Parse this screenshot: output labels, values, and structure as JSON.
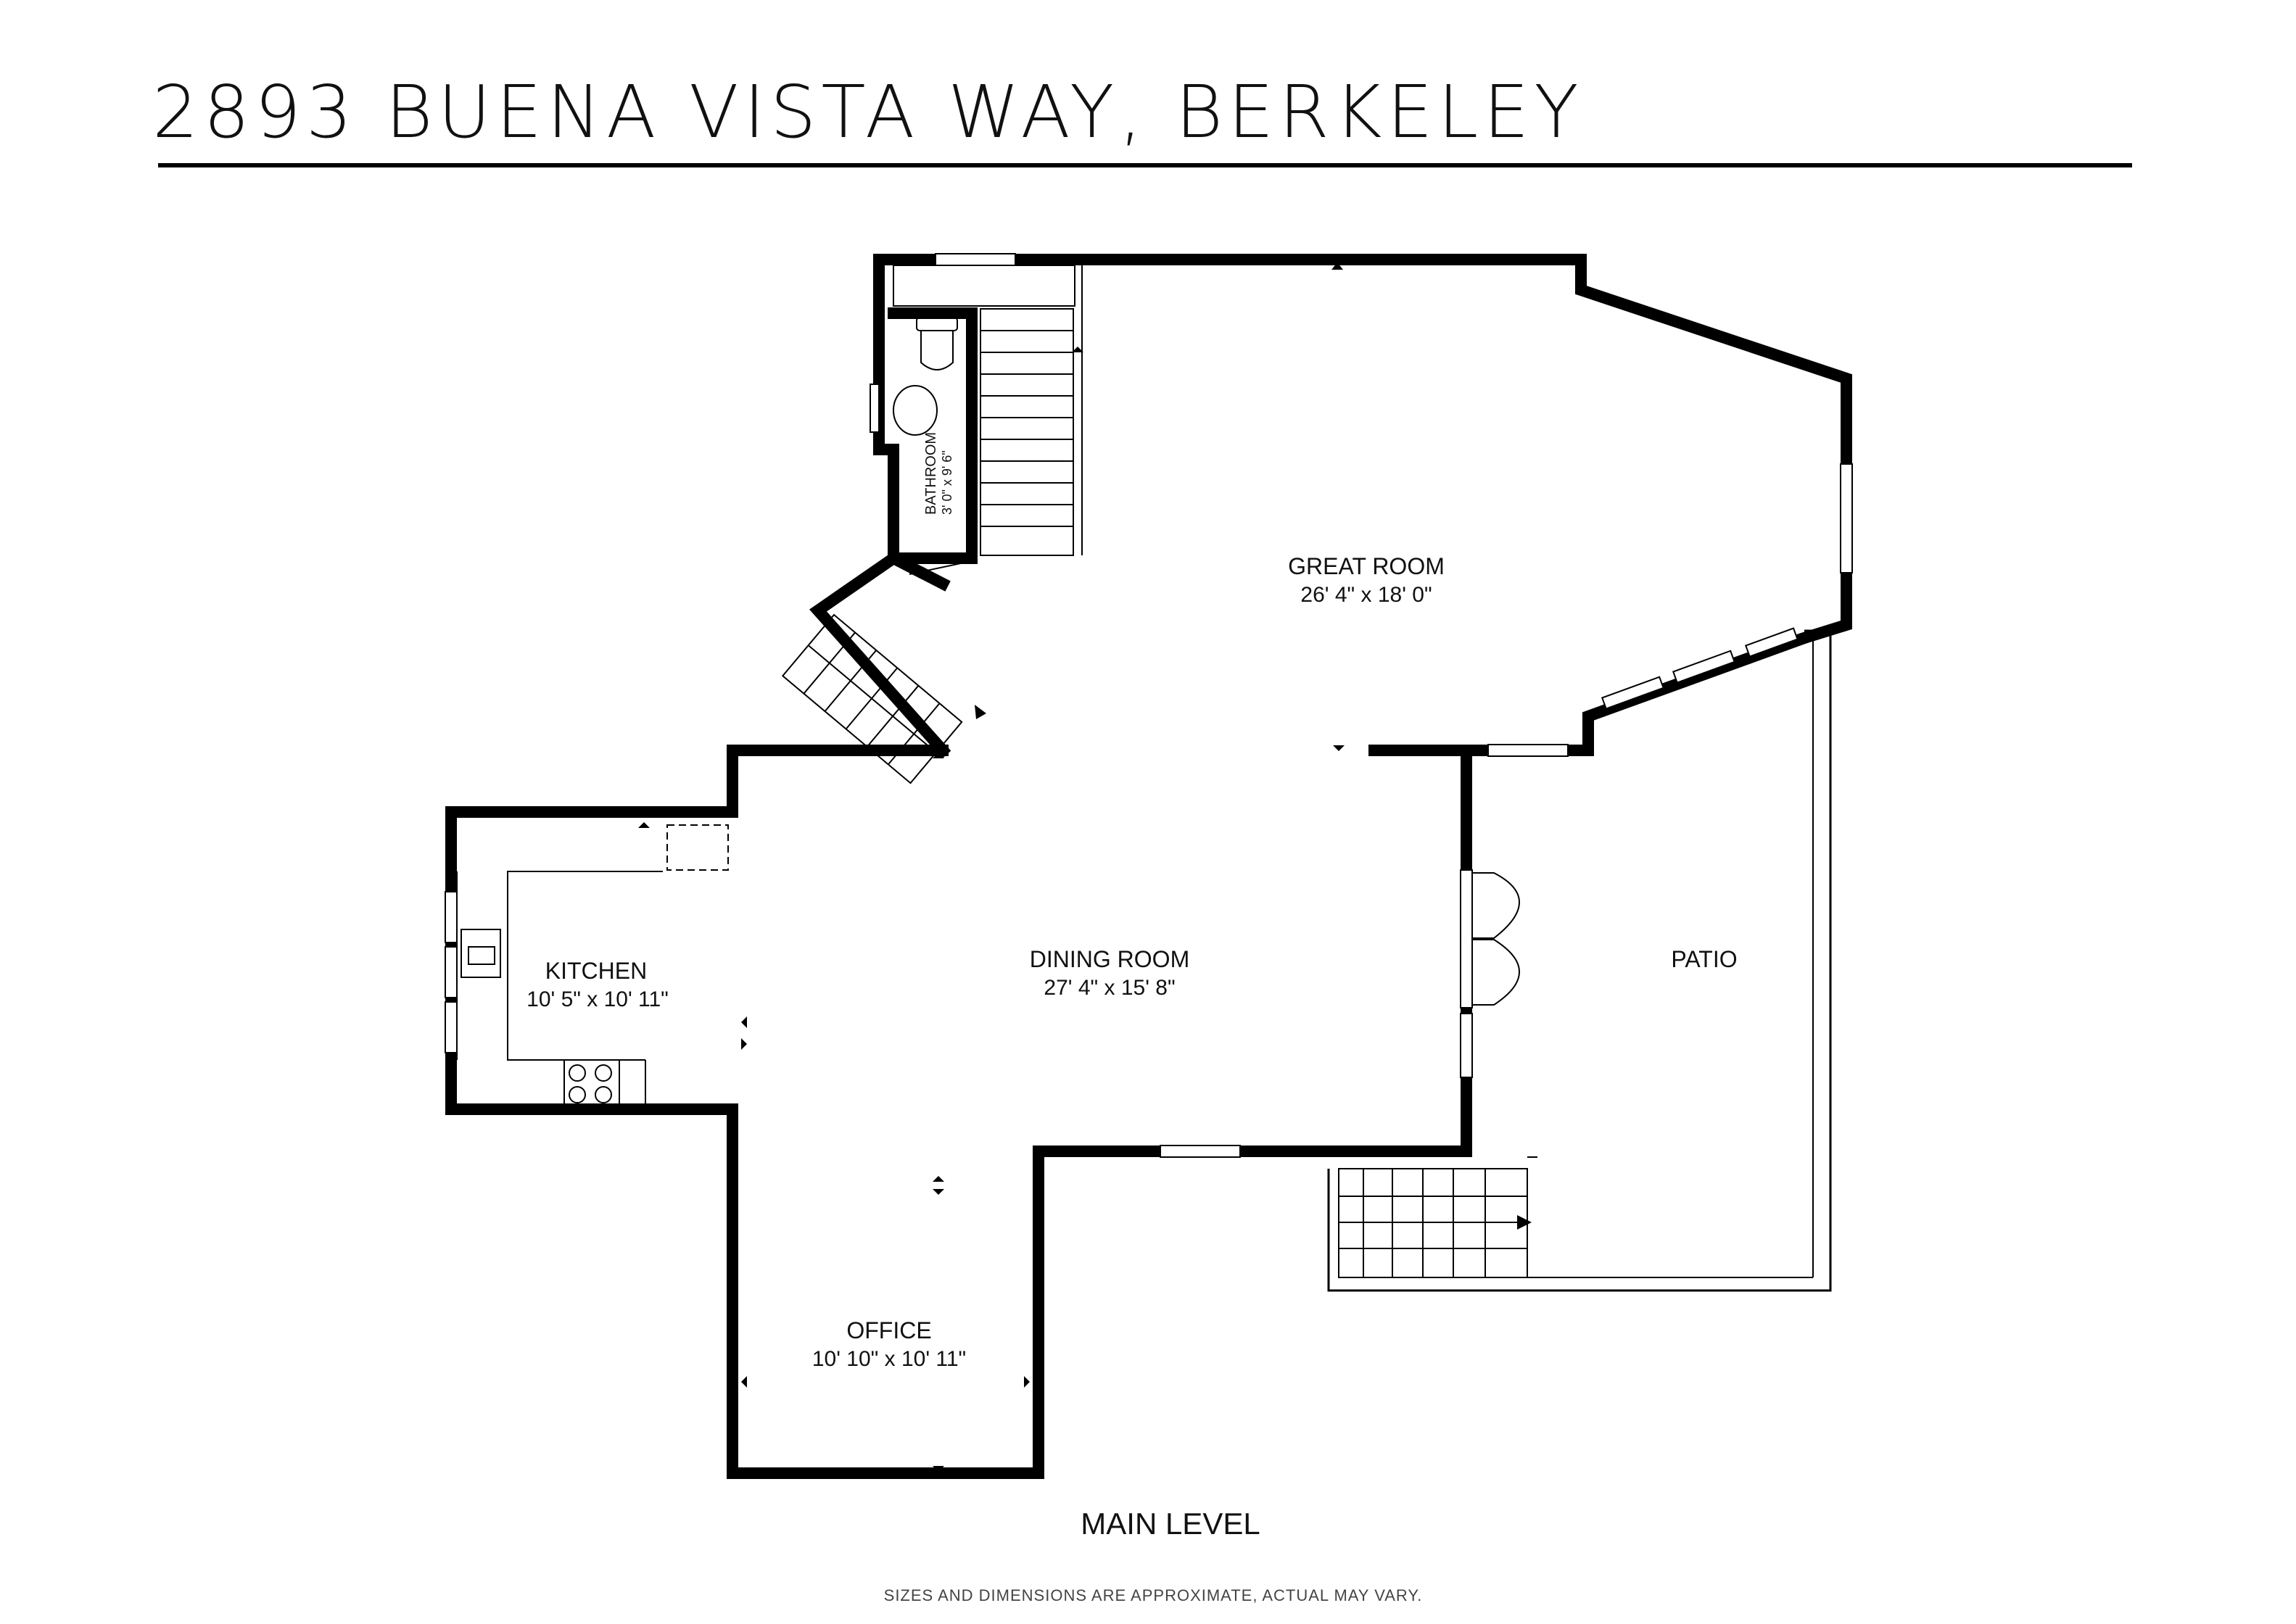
{
  "title": "2893 BUENA VISTA WAY, BERKELEY",
  "level": "MAIN LEVEL",
  "disclaimer": "SIZES AND DIMENSIONS ARE APPROXIMATE, ACTUAL MAY VARY.",
  "rooms": {
    "great_room": {
      "name": "GREAT ROOM",
      "dims": "26' 4\" x 18' 0\""
    },
    "bathroom": {
      "name": "BATHROOM",
      "dims": "3' 0\" x 9' 6\""
    },
    "kitchen": {
      "name": "KITCHEN",
      "dims": "10' 5\" x 10' 11\""
    },
    "dining_room": {
      "name": "DINING ROOM",
      "dims": "27' 4\" x 15' 8\""
    },
    "patio": {
      "name": "PATIO"
    },
    "office": {
      "name": "OFFICE",
      "dims": "10' 10\" x 10' 11\""
    }
  },
  "colors": {
    "wall": "#000000",
    "background": "#ffffff"
  }
}
